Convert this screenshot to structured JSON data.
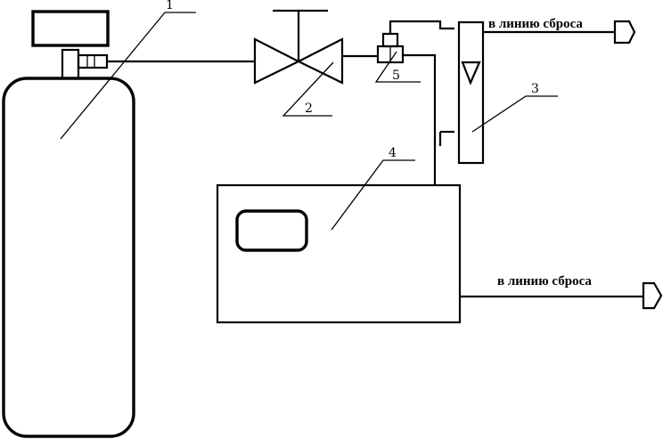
{
  "labels": {
    "cylinder": "1",
    "valve": "2",
    "rotameter": "3",
    "analyzer": "4",
    "tee": "5"
  },
  "outlets": {
    "top": "в линию сброса",
    "bottom": "в линию сброса"
  }
}
